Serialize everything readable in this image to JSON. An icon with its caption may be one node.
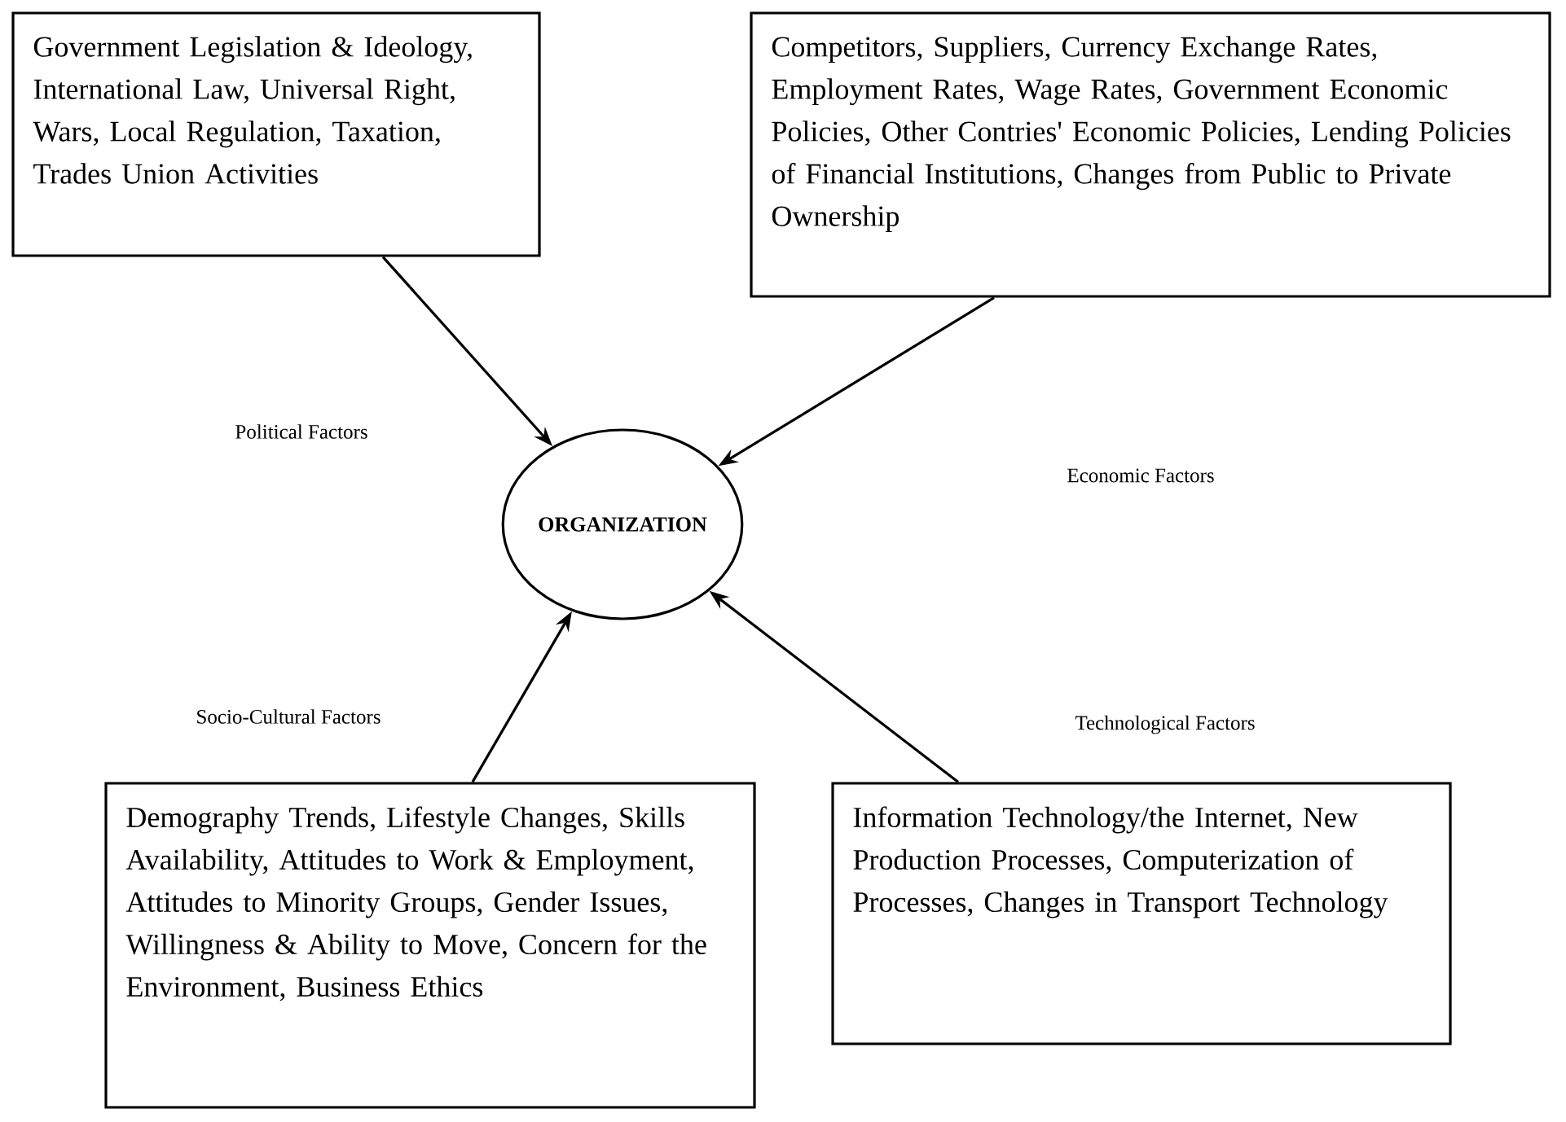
{
  "diagram": {
    "nodes": [
      {
        "text": [
          "Government Legislation & Ideology, International Law, Universal Right, Wars, Local Regulation, Taxation, Trades Union Activities"
        ]
      },
      {
        "text": [
          "Competitors, Suppliers, Currency Exchange Rates, Employment Rates, Wage Rates, Government Economic Policies, Other Contries' Economic Policies, Lending Policies of Financial Institutions, Changes from Public to Private Ownership"
        ]
      },
      {
        "text": [
          "ORGANIZATION"
        ]
      },
      {
        "text": [
          "Demography Trends, Lifestyle Changes, Skills Availability, Attitudes to Work & Employment, Attitudes to Minority Groups, Gender Issues, Willingness & Ability to Move, Concern for the Environment, Business Ethics"
        ]
      },
      {
        "text": [
          "Information Technology/the Internet, New Production Processes, Computerization of Processes, Changes in Transport Technology"
        ]
      }
    ],
    "edges": [
      {
        "from": 0,
        "to": 2,
        "arrow": "to"
      },
      {
        "from": 1,
        "to": 2,
        "arrow": "to"
      },
      {
        "from": 3,
        "to": 2,
        "arrow": "to"
      },
      {
        "from": 4,
        "to": 2,
        "arrow": "to"
      }
    ],
    "labels": [
      "Political Factors",
      "Economic Factors",
      "Socio-Cultural Factors",
      "Technological Factors"
    ]
  }
}
